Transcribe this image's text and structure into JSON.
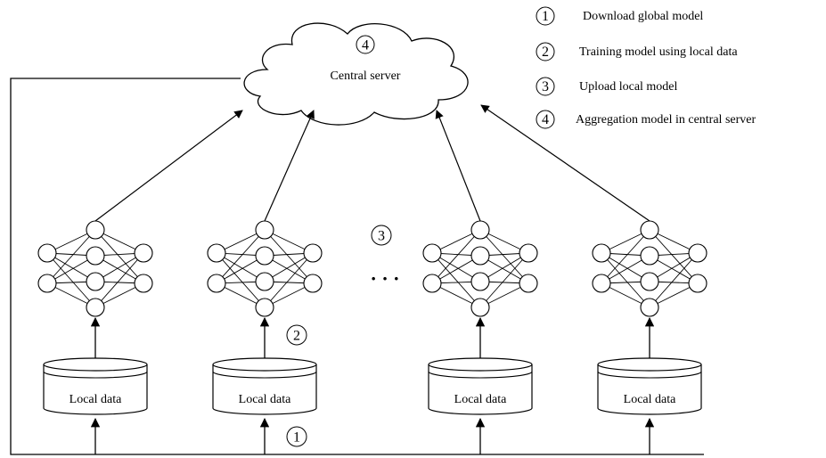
{
  "server": {
    "label": "Central server",
    "step": "4"
  },
  "steps": {
    "download": "1",
    "train": "2",
    "upload": "3"
  },
  "legend": [
    {
      "num": "1",
      "text": "Download global model"
    },
    {
      "num": "2",
      "text": "Training model using local data"
    },
    {
      "num": "3",
      "text": "Upload local model"
    },
    {
      "num": "4",
      "text": "Aggregation model in central server"
    }
  ],
  "clients": [
    {
      "data_label": "Local data"
    },
    {
      "data_label": "Local data"
    },
    {
      "data_label": "Local data"
    },
    {
      "data_label": "Local data"
    }
  ],
  "ellipsis": "· · ·"
}
